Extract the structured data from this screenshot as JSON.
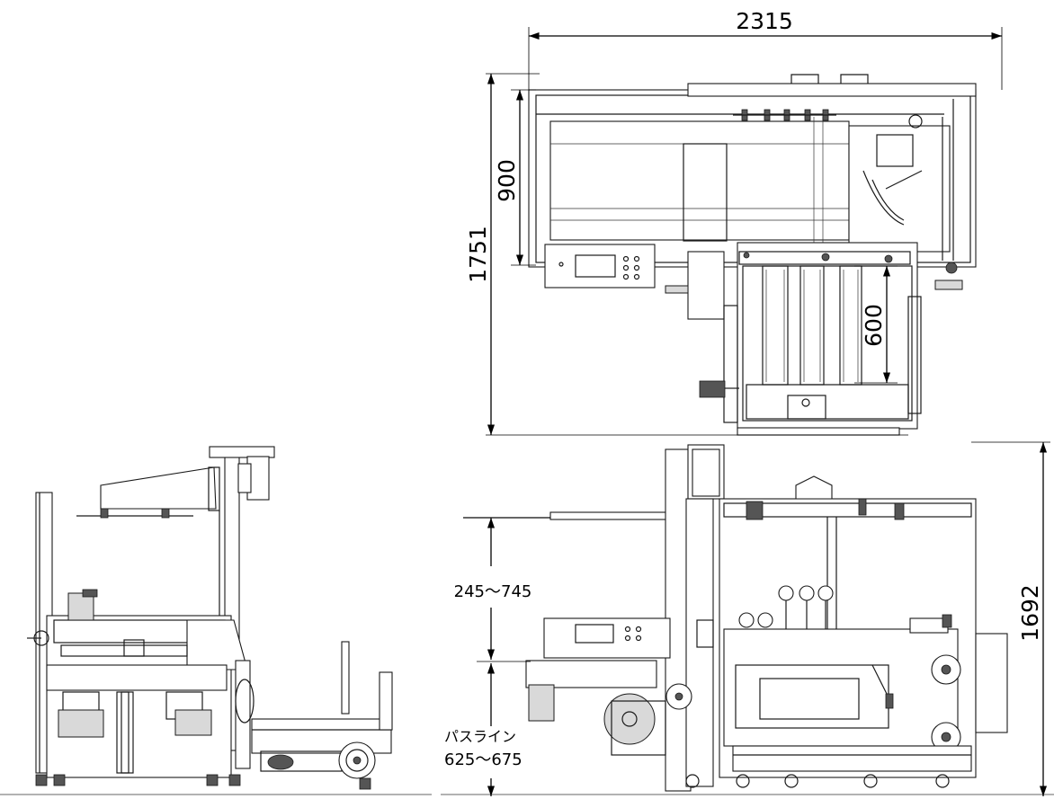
{
  "dimensions": {
    "width_total": "2315",
    "depth_total": "1751",
    "conveyor_width": "900",
    "tray_width": "600",
    "height_total": "1692",
    "flap_range": "245～745",
    "pass_line_label": "パスライン",
    "pass_line_range": "625～675"
  }
}
